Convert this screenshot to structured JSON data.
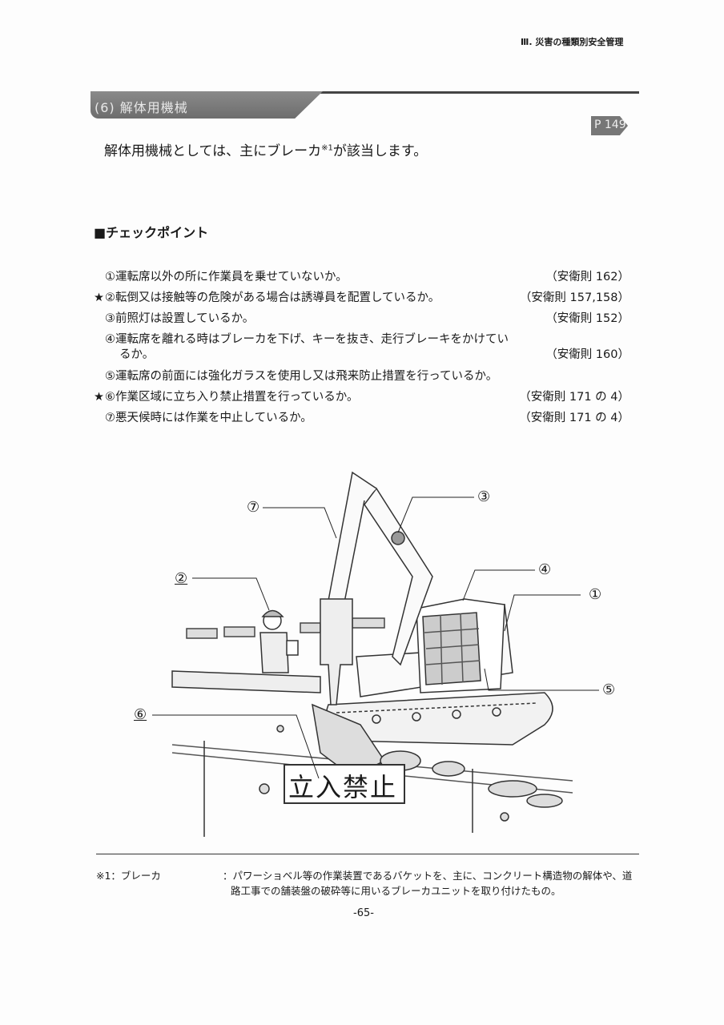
{
  "header": {
    "chapter": "Ⅲ. 災害の種類別安全管理"
  },
  "section": {
    "title": "(6) 解体用機械",
    "page_ref": "P 149"
  },
  "intro": {
    "text_before": "解体用機械としては、主にブレーカ",
    "note_mark": "※1",
    "text_after": "が該当します。"
  },
  "checkpoint": {
    "heading": "■チェックポイント",
    "items": [
      {
        "star": "",
        "text": "①運転席以外の所に作業員を乗せていないか。",
        "ref": "（安衛則 162）"
      },
      {
        "star": "★",
        "text": "②転倒又は接触等の危険がある場合は誘導員を配置しているか。",
        "ref": "（安衛則 157,158）"
      },
      {
        "star": "",
        "text": "③前照灯は設置しているか。",
        "ref": "（安衛則 152）"
      },
      {
        "star": "",
        "text": "④運転席を離れる時はブレーカを下げ、キーを抜き、走行ブレーキをかけてい",
        "text2": "るか。",
        "ref": "（安衛則 160）"
      },
      {
        "star": "",
        "text": "⑤運転席の前面には強化ガラスを使用し又は飛来防止措置を行っているか。",
        "ref": ""
      },
      {
        "star": "★",
        "text": "⑥作業区域に立ち入り禁止措置を行っているか。",
        "ref": "（安衛則 171 の 4）"
      },
      {
        "star": "",
        "text": "⑦悪天候時には作業を中止しているか。",
        "ref": "（安衛則 171 の 4）"
      }
    ]
  },
  "illustration": {
    "sign": "立入禁止",
    "callouts": [
      "①",
      "②",
      "③",
      "④",
      "⑤",
      "⑥",
      "⑦"
    ]
  },
  "footnote": {
    "label": "※1：ブレーカ",
    "line1": "：パワーショベル等の作業装置であるバケットを、主に、コンクリート構造物の解体や、道",
    "line2": "路工事での舗装盤の破砕等に用いるブレーカユニットを取り付けたもの。"
  },
  "page_number": "-65-"
}
